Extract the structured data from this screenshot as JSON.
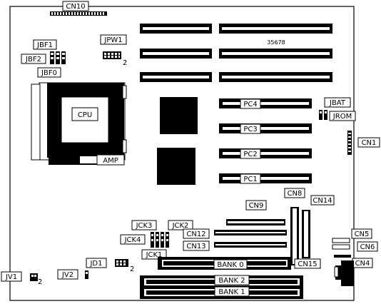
{
  "labels": {
    "cn10": "CN10",
    "jbf1": "JBF1",
    "jbf2": "JBF2",
    "jbf0": "JBF0",
    "jpw1": "JPW1",
    "jpw1_pin": "2",
    "board_number": "35678",
    "cpu": "CPU",
    "amp": "AMP",
    "pc4": "PC4",
    "pc3": "PC3",
    "pc2": "PC2",
    "pc1": "PC1",
    "jbat": "JBAT",
    "jrom": "JROM",
    "cn1": "CN1",
    "cn9": "CN9",
    "cn8": "CN8",
    "cn14": "CN14",
    "jck3": "JCK3",
    "jck2": "JCK2",
    "jck4": "JCK4",
    "cn12": "CN12",
    "cn13": "CN13",
    "jck1": "JCK1",
    "cn5": "CN5",
    "cn6": "CN6",
    "cn4": "CN4",
    "cn15": "CN15",
    "bank0": "BANK 0",
    "bank2": "BANK 2",
    "bank1": "BANK 1",
    "jd1": "JD1",
    "jd1_pin": "2",
    "jv1": "JV1",
    "jv1_pin": "2",
    "jv2": "JV2"
  }
}
